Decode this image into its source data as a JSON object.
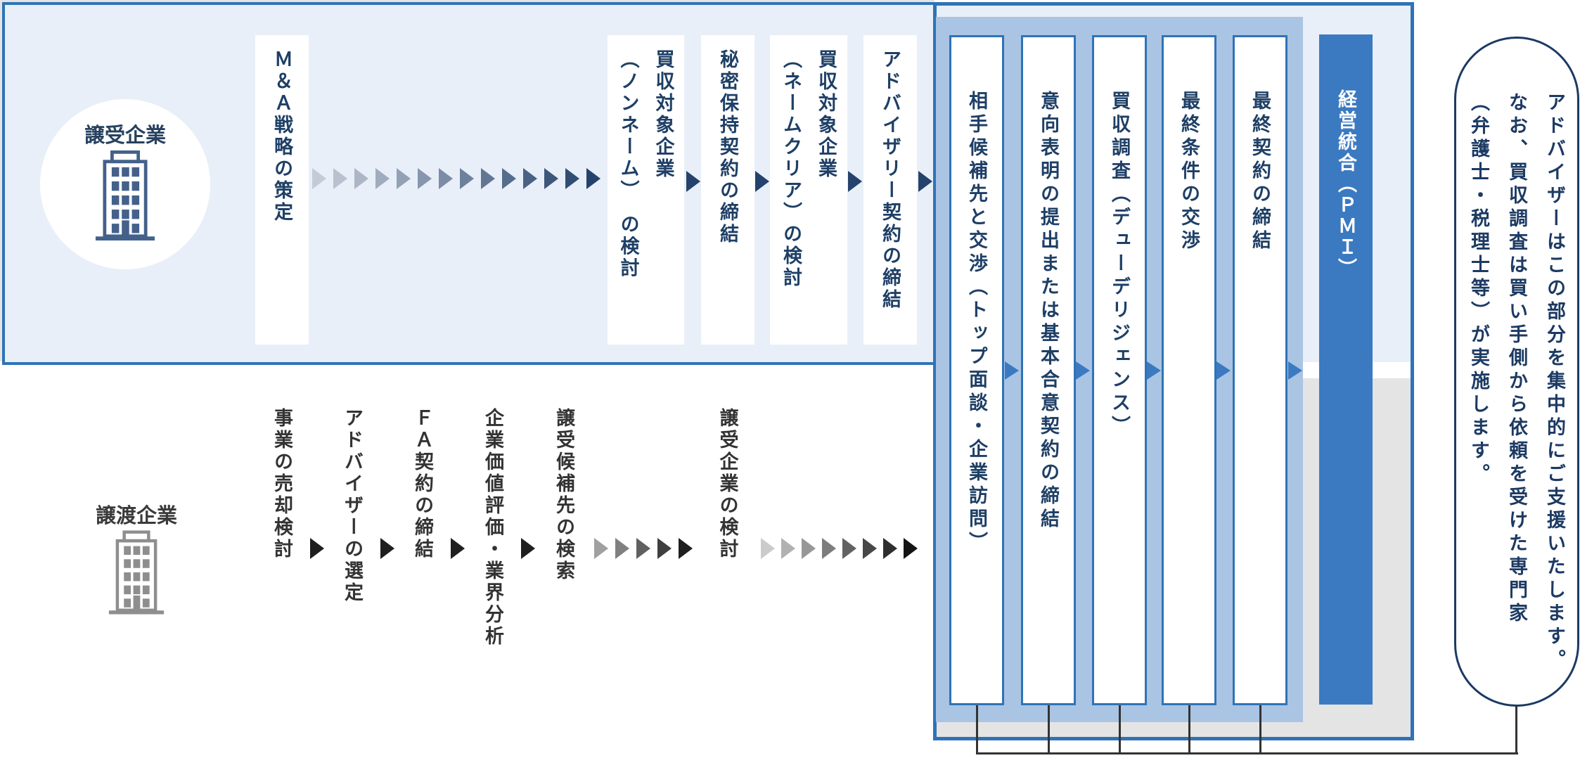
{
  "diagram": {
    "buyer_track": {
      "company_label": "譲受企業",
      "icon": "building-icon",
      "steps": {
        "s1": "Ｍ＆Ａ戦略の策定",
        "s2": "買収対象企業\n（ノンネーム）　の検討",
        "s3": "秘密保持契約の締結",
        "s4": "買収対象企業\n（ネームクリア）の検討",
        "s5": "アドバイザリー契約の締結"
      }
    },
    "seller_track": {
      "company_label": "譲渡企業",
      "icon": "building-icon",
      "steps": {
        "s1": "事業の売却検討",
        "s2": "アドバイザーの選定",
        "s3": "ＦＡ契約の締結",
        "s4": "企業価値評価・業界分析",
        "s5": "譲受候補先の検索",
        "s6": "譲受企業の検討"
      }
    },
    "shared_steps": {
      "s1": "相手候補先と交渉（トップ面談・企業訪問）",
      "s2": "意向表明の提出または基本合意契約の締結",
      "s3": "買収調査（デューデリジェンス）",
      "s4": "最終条件の交渉",
      "s5": "最終契約の締結",
      "pmi": "経営統合（ＰＭＩ）"
    },
    "note_bubble": {
      "text": "アドバイザーはこの部分を集中的にご支援いたします。\nなお、買収調査は買い手側から依頼を受けた専門家\n（弁護士・税理士等）が実施します。"
    },
    "colors": {
      "navy_text": "#1e3f66",
      "dark_text": "#333333",
      "blue_border": "#2f73b6",
      "panel_fill": "#aac4e4",
      "pmi_fill": "#3b7ac1",
      "light_band": "#e9eff8",
      "gray_band": "#e4e4e5",
      "panel_arrow": "#3b7ac1",
      "buyer_arrow": "#24426b",
      "seller_arrow": "#1f1f1f"
    },
    "arrow_rows": {
      "buyer_gradient": {
        "count": 14,
        "from": "#c5cbd6",
        "to": "#24426b"
      },
      "seller_gradient_a": {
        "count": 5,
        "from": "#a0a0a0",
        "to": "#1f1f1f"
      },
      "seller_gradient_b": {
        "count": 8,
        "from": "#cbcbcb",
        "to": "#141414"
      }
    }
  }
}
